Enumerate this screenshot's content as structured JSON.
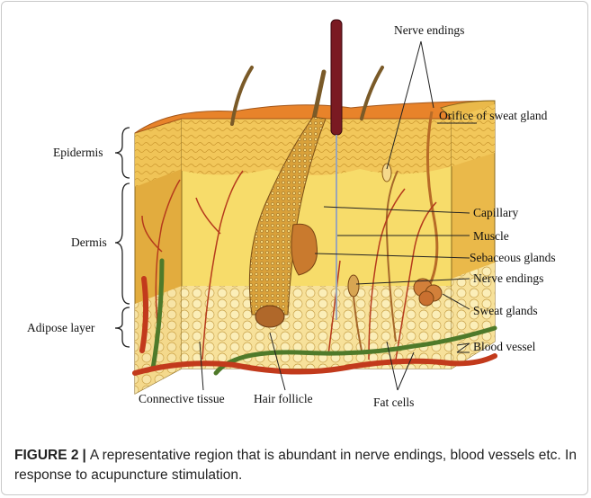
{
  "figure": {
    "number": "FIGURE 2",
    "separator": "|",
    "caption": "A representative region that is abundant in nerve endings, blood vessels etc. In response to acupuncture stimulation."
  },
  "diagram": {
    "left_labels": {
      "epidermis": "Epidermis",
      "dermis": "Dermis",
      "adipose_layer": "Adipose layer"
    },
    "right_labels": {
      "nerve_endings_top": "Nerve endings",
      "orifice_of_sweat_gland": "Orifice of sweat gland",
      "capillary": "Capillary",
      "muscle": "Muscle",
      "sebaceous_glands": "Sebaceous glands",
      "nerve_endings_mid": "Nerve endings",
      "sweat_glands": "Sweat glands",
      "blood_vessel": "Blood vessel"
    },
    "bottom_labels": {
      "connective_tissue": "Connective tissue",
      "hair_follicle": "Hair follicle",
      "fat_cells": "Fat cells"
    },
    "colors": {
      "skin_surface": "#e8832a",
      "epidermis": "#f2c75a",
      "dermis": "#f7dc6a",
      "block_side": "#e9b646",
      "blood_vessel": "#c23a1c",
      "vein": "#4f7a2a",
      "needle_handle": "#7a1a22",
      "needle_shaft": "#9aa6b8"
    }
  }
}
